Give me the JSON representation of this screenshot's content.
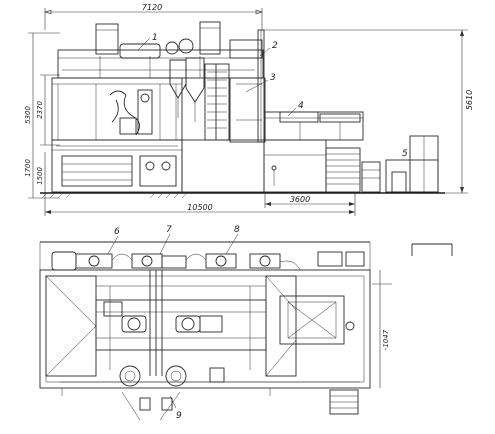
{
  "drawing": {
    "elevation": {
      "dimensions": {
        "top_width": "7120",
        "total_height": "5610",
        "height_left": "5300",
        "height_mid": "2370",
        "height_low_a": "1700",
        "height_low_b": "1500",
        "base_length": "10500",
        "right_offset": "3600"
      },
      "callouts": [
        "1",
        "2",
        "3",
        "4",
        "5"
      ]
    },
    "plan": {
      "callouts": [
        "6",
        "7",
        "8",
        "9"
      ],
      "side_dimension": "-1047"
    }
  }
}
